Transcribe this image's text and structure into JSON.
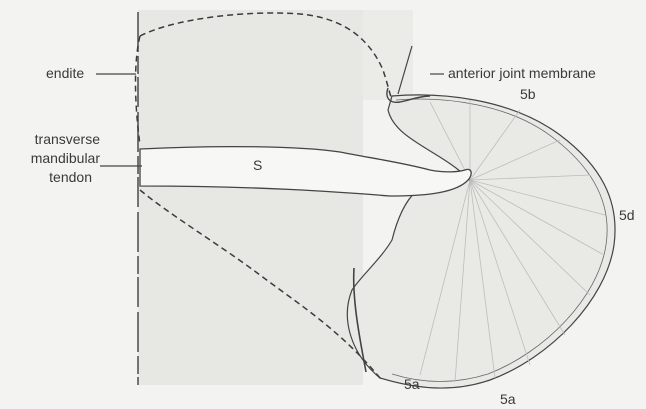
{
  "labels": {
    "endite": "endite",
    "anterior_joint_membrane": "anterior joint membrane",
    "muscle_5b": "5b",
    "tendon_line1": "transverse",
    "tendon_line2": "mandibular",
    "tendon_line3": "tendon",
    "sclerite_s": "S",
    "muscle_5d": "5d",
    "muscle_5a_inner": "5a",
    "muscle_5a_outer": "5a"
  },
  "colors": {
    "background": "#f3f3f1",
    "panel_fill": "#e6e6e3",
    "ink": "#3a3a3a",
    "dash_stroke": "#3c3c3c"
  }
}
